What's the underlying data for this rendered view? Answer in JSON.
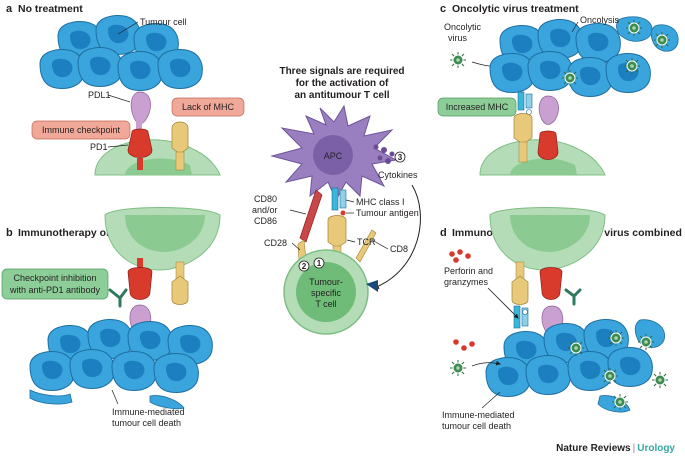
{
  "center": {
    "title_l1": "Three signals are required",
    "title_l2": "for the activation of",
    "title_l3": "an antitumour T cell",
    "apc": "APC",
    "cytokines": "Cytokines",
    "signal3": "3",
    "signal2": "2",
    "signal1": "1",
    "cd80_l1": "CD80",
    "cd80_l2": "and/or",
    "cd80_l3": "CD86",
    "mhc1_l1": "MHC class I",
    "mhc1_l2": "Tumour antigen",
    "cd28": "CD28",
    "tcr": "TCR",
    "cd8": "CD8",
    "tcell_l1": "Tumour-",
    "tcell_l2": "specific",
    "tcell_l3": "T cell"
  },
  "panel_a": {
    "letter": "a",
    "title": "No treatment",
    "tumour_cell": "Tumour cell",
    "pdl1": "PDL1",
    "pd1": "PD1",
    "lack_mhc": "Lack of MHC",
    "immune_checkpoint": "Immune checkpoint"
  },
  "panel_b": {
    "letter": "b",
    "title": "Immunotherapy only",
    "checkpoint_l1": "Checkpoint inhibition",
    "checkpoint_l2": "with anti-PD1 antibody",
    "death_l1": "Immune-mediated",
    "death_l2": "tumour cell death"
  },
  "panel_c": {
    "letter": "c",
    "title": "Oncolytic virus treatment",
    "virus_l1": "Oncolytic",
    "virus_l2": "virus",
    "oncolysis": "Oncolysis",
    "increased_mhc": "Increased MHC"
  },
  "panel_d": {
    "letter": "d",
    "title": "Immunotherapy and oncolytic virus combined",
    "perforin_l1": "Perforin and",
    "perforin_l2": "granzymes",
    "death_l1": "Immune-mediated",
    "death_l2": "tumour cell death"
  },
  "credit": {
    "publisher": "Nature Reviews",
    "separator": "|",
    "journal": "Urology"
  },
  "colors": {
    "tumour_fill": "#3aa4dc",
    "tumour_nucleus": "#1c7fc0",
    "tcell_fill": "#b4dcb6",
    "tcell_nucleus": "#5cae68",
    "apc_fill": "#9a7fc0",
    "pd1_red": "#d83a2c",
    "pdl1_purple": "#c9a0d0",
    "tcr_gold": "#e8c879",
    "antibody_green": "#2f7a5c",
    "virus_green": "#3e8a52",
    "label_pink": "#f0a898",
    "label_green": "#8ccd98",
    "cytokine_purple": "#6d4a94",
    "perforin_red": "#d8392b"
  }
}
